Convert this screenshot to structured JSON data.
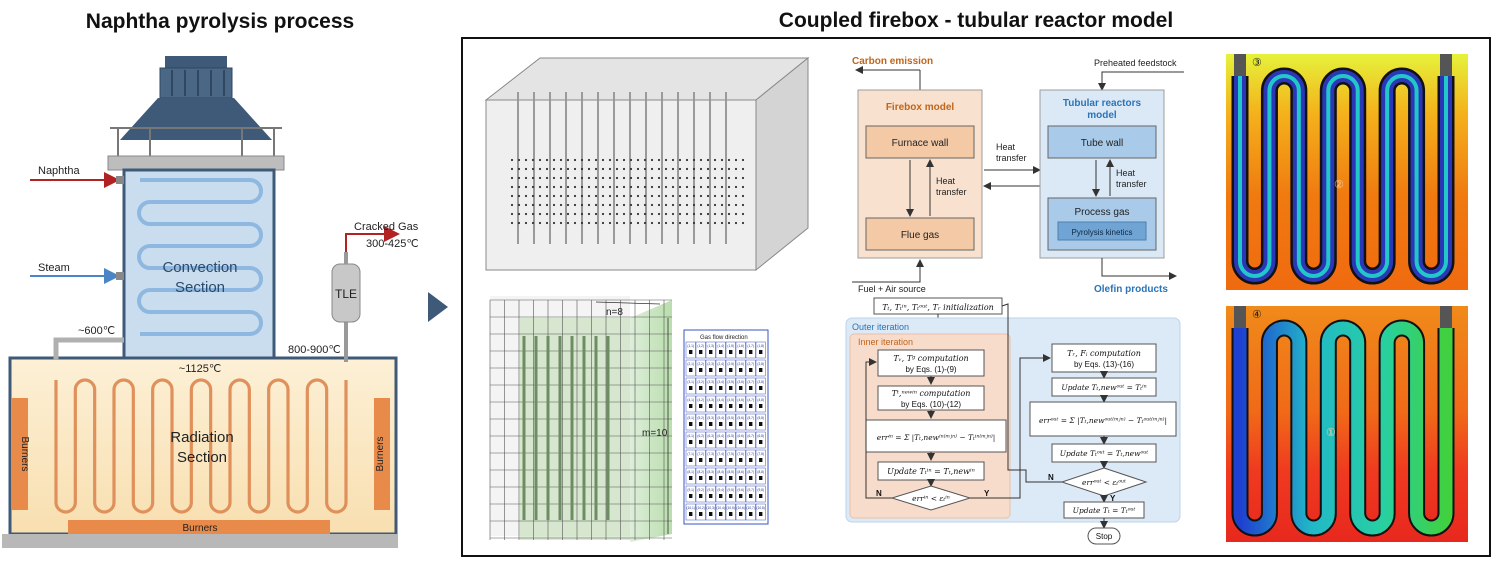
{
  "left_panel": {
    "title": "Naphtha pyrolysis process",
    "labels": {
      "naphtha": "Naphtha",
      "steam": "Steam",
      "convection": [
        "Convection",
        "Section"
      ],
      "cracked_gas": "Cracked Gas",
      "cracked_temp": "300-425℃",
      "tle": "TLE",
      "temp_600": "~600℃",
      "temp_800": "800-900℃",
      "temp_1125": "~1125℃",
      "radiation": [
        "Radiation",
        "Section"
      ],
      "burners_left": "Burners",
      "burners_right": "Burners",
      "burners_bottom": "Burners"
    }
  },
  "right_panel": {
    "title": "Coupled firebox - tubular reactor model",
    "mesh": {
      "n_label": "n=8",
      "m_label": "m=10",
      "gas_flow": "Gas flow direction",
      "rows": 10,
      "cols": 8
    },
    "flow": {
      "carbon_emission": "Carbon emission",
      "preheated": "Preheated feedstock",
      "firebox_title": "Firebox model",
      "furnace_wall": "Furnace wall",
      "flue_gas": "Flue gas",
      "heat_transfer_a": [
        "Heat",
        "transfer"
      ],
      "heat_transfer_b": [
        "Heat",
        "transfer"
      ],
      "heat_transfer_c": [
        "Heat",
        "transfer"
      ],
      "tubular_title": [
        "Tubular reactors",
        "model"
      ],
      "tube_wall": "Tube wall",
      "process_gas": "Process gas",
      "pyrolysis_kinetics": "Pyrolysis kinetics",
      "fuel_air": "Fuel + Air source",
      "olefin": "Olefin products"
    },
    "algorithm": {
      "init": "Tₜ, Tₜⁱⁿ, Tₜᵒᵘᵗ, Tᵣ initialization",
      "outer": "Outer iteration",
      "inner": "Inner iteration",
      "step1": [
        "Tᵥ, Tᵍ computation",
        "by Eqs. (1)-(9)"
      ],
      "step2": [
        "Tᵗ,ⁿᵉʷⁱⁿ computation",
        "by Eqs. (10)-(12)"
      ],
      "step3": "errⁱⁿ = Σ |Tₜ,newⁱⁿ⁽ᵐʲⁿ⁾ − Tₜⁱⁿ⁽ᵐʲⁿ⁾|",
      "step4": "Update Tₜⁱⁿ = Tₜ,newⁱⁿ",
      "step5": "errⁱⁿ < εₜⁱⁿ",
      "r1": [
        "Tᵣ, Fᵢ computation",
        "by Eqs. (13)-(16)"
      ],
      "r2": "Update Tₜ,newᵒᵘᵗ = Tₜⁱⁿ",
      "r3": "errᵒᵘᵗ = Σ |Tₜ,newᵒᵘᵗ⁽ᵐʲⁿ⁾ − Tₜᵒᵘᵗ⁽ᵐʲⁿ⁾|",
      "r4": "Update Tₜᵒᵘᵗ = Tₜ,newᵒᵘᵗ",
      "r5": "errᵒᵘᵗ < εₜᵒᵘᵗ",
      "r6": "Update Tₜ = Tₜᵒᵘᵗ",
      "stop": "Stop",
      "n": "N",
      "y": "Y"
    },
    "contours": {
      "top_label": "③",
      "top_mid": "②",
      "bottom_label": "④",
      "bottom_mid": "①"
    }
  },
  "colors": {
    "convection_fill": "#c9ddef",
    "convection_coil": "#8fb8e0",
    "radiation_fill": "#fbe9c8",
    "radiation_coil": "#e0905a",
    "burner": "#e88a4a",
    "hood": "#3e5a78",
    "naphtha_line": "#b22222",
    "steam_line": "#4a86c5",
    "carbon_text": "#c0651c",
    "olefin_text": "#2a74b8"
  }
}
